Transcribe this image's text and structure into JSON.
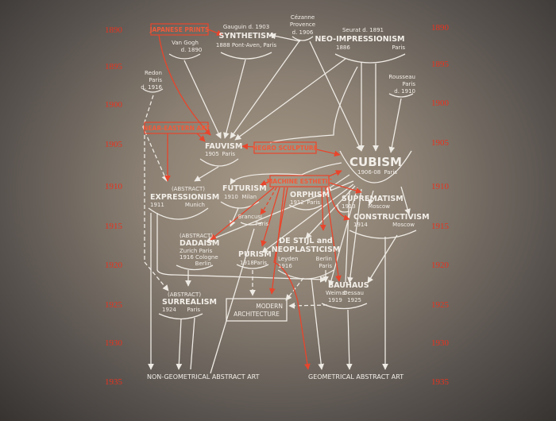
{
  "years_left": [
    "1890",
    "1895",
    "1900",
    "1905",
    "1910",
    "1915",
    "1920",
    "1925",
    "1930",
    "1935"
  ],
  "years_right": [
    "1890",
    "1895",
    "1900",
    "1905",
    "1910",
    "1915",
    "1920",
    "1925",
    "1930",
    "1935"
  ],
  "influences": {
    "japanese_prints": "JAPANESE PRINTS",
    "near_eastern_art": "NEAR-EASTERN ART",
    "negro_sculpture": "NEGRO SCULPTURE",
    "machine_esthetic": "MACHINE ESTHETIC"
  },
  "nodes": {
    "gauguin": {
      "artist": "Gauguin  d. 1903",
      "name": "SYNTHETISM",
      "meta": "1888  Pont-Aven, Paris"
    },
    "cezanne": {
      "artist": "Cézanne",
      "place": "Provence",
      "died": "d. 1906"
    },
    "seurat": {
      "artist": "Seurat  d. 1891",
      "name": "NEO-IMPRESSIONISM",
      "year": "1886",
      "place": "Paris"
    },
    "vangogh": {
      "artist": "Van Gogh",
      "died": "d. 1890"
    },
    "redon": {
      "artist": "Redon",
      "place": "Paris",
      "died": "d. 1916"
    },
    "rousseau": {
      "artist": "Rousseau",
      "place": "Paris",
      "died": "d. 1910"
    },
    "fauvism": {
      "name": "FAUVISM",
      "year": "1905",
      "place": "Paris"
    },
    "cubism": {
      "name": "CUBISM",
      "year": "1906-08",
      "place": "Paris"
    },
    "expressionism": {
      "prefix": "(ABSTRACT)",
      "name": "EXPRESSIONISM",
      "year": "1911",
      "place": "Munich"
    },
    "futurism": {
      "name": "FUTURISM",
      "year": "1910",
      "place": "Milan"
    },
    "orphism": {
      "name": "ORPHISM",
      "year": "1912",
      "place": "Paris"
    },
    "suprematism": {
      "name": "SUPREMATISM",
      "year": "1913",
      "place": "Moscow"
    },
    "constructivism": {
      "name": "CONSTRUCTIVISM",
      "year": "1914",
      "place": "Moscow"
    },
    "brancusi": {
      "artist": "Brancusi",
      "place": "Paris"
    },
    "dadaism": {
      "prefix": "(ABSTRACT)",
      "name": "DADAISM",
      "line1": "Zurich    Paris",
      "line2": "1916 Cologne",
      "line3": "Berlin"
    },
    "purism": {
      "name": "PURISM",
      "year": "1918",
      "place": "Paris"
    },
    "destijl": {
      "name1": "DE STIJL and",
      "name2": "NEOPLASTICISM",
      "place1": "Leyden",
      "year": "1916",
      "place2": "Berlin",
      "place3": "Paris"
    },
    "bauhaus": {
      "name": "BAUHAUS",
      "place1": "Weimar",
      "place2": "Dessau",
      "year1": "1919",
      "year2": "1925"
    },
    "surrealism": {
      "prefix": "(ABSTRACT)",
      "name": "SURREALISM",
      "year": "1924",
      "place": "Paris"
    },
    "modern_architecture": {
      "line1": "MODERN",
      "line2": "ARCHITECTURE"
    }
  },
  "outcomes": {
    "non_geometrical": "NON-GEOMETRICAL ABSTRACT ART",
    "geometrical": "GEOMETRICAL ABSTRACT ART"
  }
}
